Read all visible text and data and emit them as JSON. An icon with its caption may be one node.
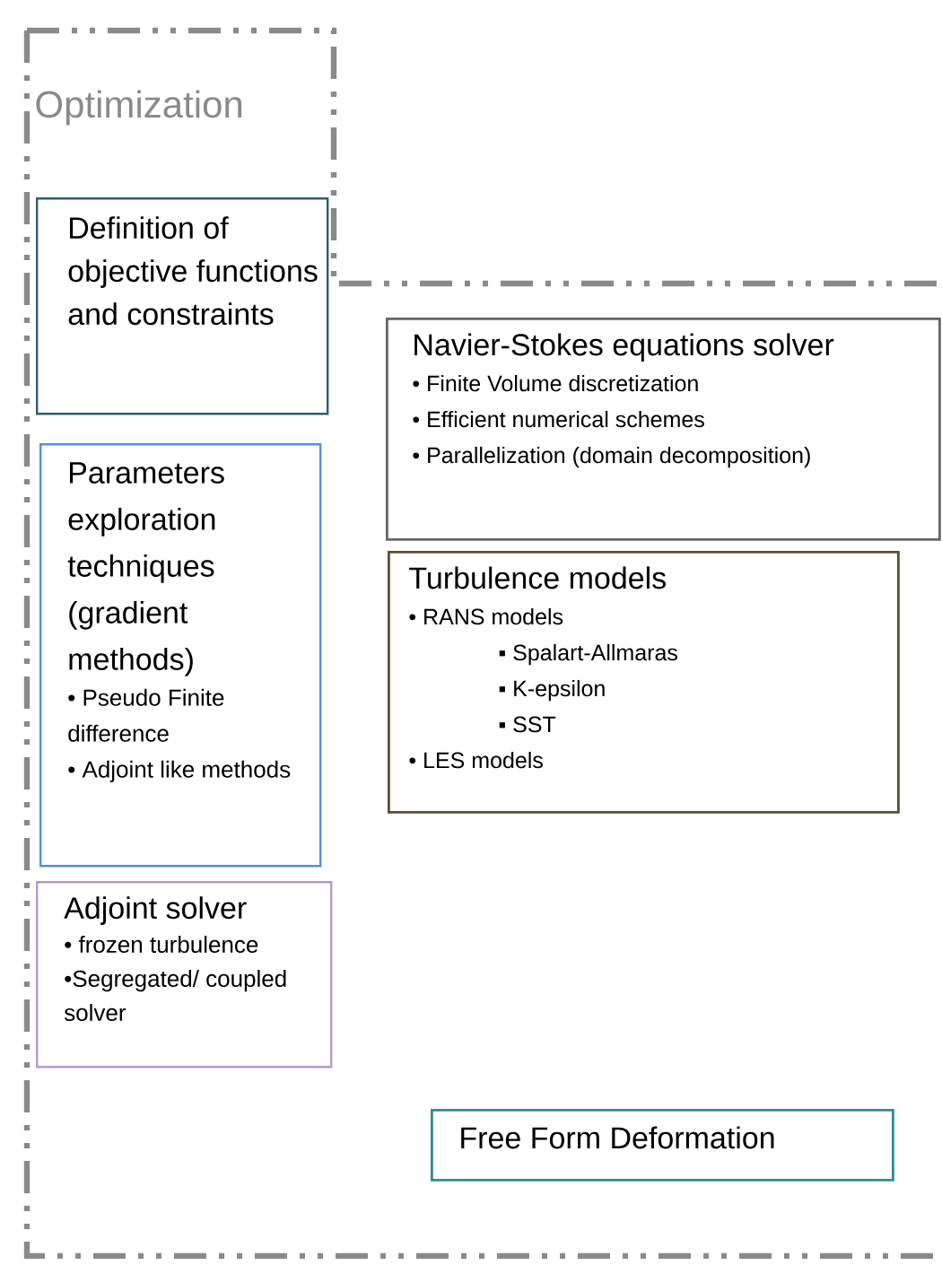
{
  "diagram": {
    "nodes": [
      {
        "text": [
          "Optimization"
        ]
      },
      {
        "text": [
          "Definition of objective functions and constraints"
        ],
        "in": 0
      },
      {
        "text": [
          "Parameters exploration techniques (gradient methods)",
          "• Pseudo Finite difference",
          "• Adjoint like methods"
        ],
        "in": 0
      },
      {
        "text": [
          "Adjoint solver",
          "• frozen turbulence",
          "•Segregated/ coupled solver"
        ],
        "in": 0
      },
      {
        "text": [
          "Navier-Stokes equations solver",
          "• Finite Volume discretization",
          "• Efficient numerical schemes",
          "• Parallelization (domain decomposition)"
        ],
        "in": 0
      },
      {
        "text": [
          "Turbulence models",
          "• RANS models",
          "▪ Spalart-Allmaras",
          "▪ K-epsilon",
          "▪ SST",
          "• LES models"
        ],
        "in": 0
      },
      {
        "text": [
          "Free Form Deformation"
        ],
        "in": 0
      }
    ]
  }
}
